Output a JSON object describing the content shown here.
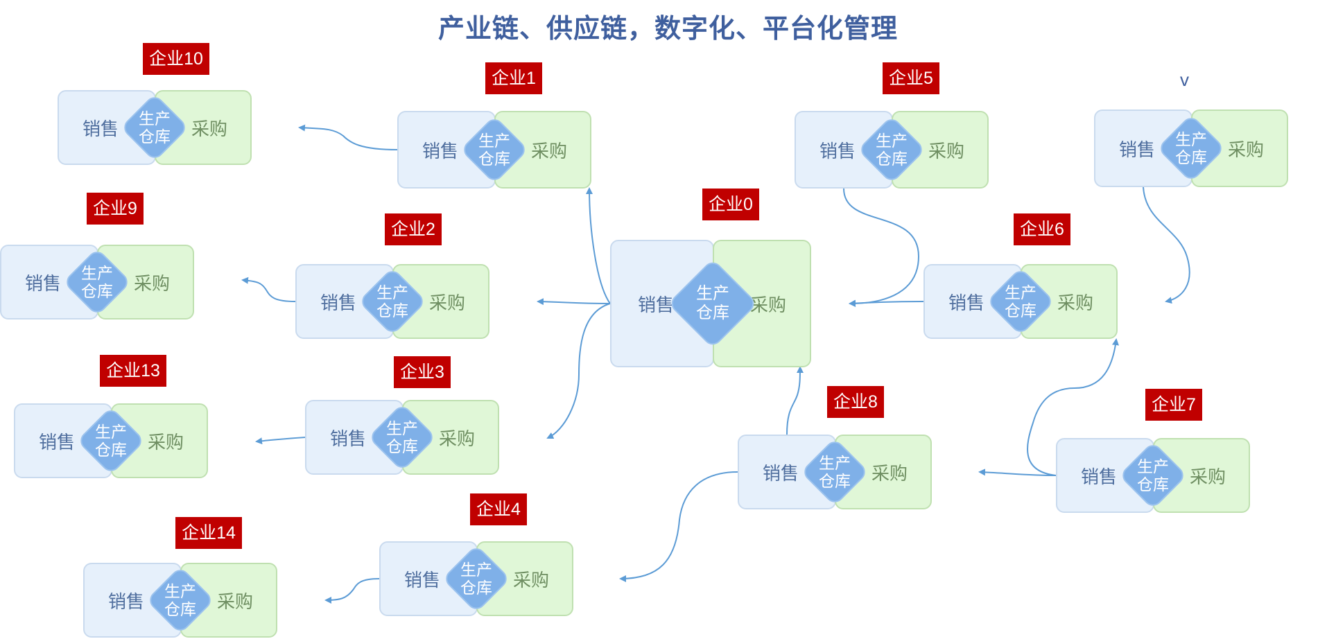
{
  "title": "产业链、供应链，数字化、平台化管理",
  "stray_text": "v",
  "sales_label": "销售",
  "purchase_label": "采购",
  "hub_label": "生产\n仓库",
  "companies": [
    {
      "id": "e0",
      "name": "企业0"
    },
    {
      "id": "e1",
      "name": "企业1"
    },
    {
      "id": "e2",
      "name": "企业2"
    },
    {
      "id": "e3",
      "name": "企业3"
    },
    {
      "id": "e4",
      "name": "企业4"
    },
    {
      "id": "e5",
      "name": "企业5"
    },
    {
      "id": "e6",
      "name": "企业6"
    },
    {
      "id": "e7",
      "name": "企业7"
    },
    {
      "id": "e8",
      "name": "企业8"
    },
    {
      "id": "e9",
      "name": "企业9"
    },
    {
      "id": "e10",
      "name": "企业10"
    },
    {
      "id": "e11",
      "name": ""
    },
    {
      "id": "e13",
      "name": "企业13"
    },
    {
      "id": "e14",
      "name": "企业14"
    }
  ],
  "flows": [
    {
      "from": "e0",
      "to": "e1"
    },
    {
      "from": "e0",
      "to": "e2"
    },
    {
      "from": "e0",
      "to": "e3"
    },
    {
      "from": "e1",
      "to": "e10"
    },
    {
      "from": "e2",
      "to": "e9"
    },
    {
      "from": "e3",
      "to": "e13"
    },
    {
      "from": "e4",
      "to": "e14"
    },
    {
      "from": "e5",
      "to": "e0"
    },
    {
      "from": "e6",
      "to": "e0"
    },
    {
      "from": "e8",
      "to": "e0"
    },
    {
      "from": "e8",
      "to": "e4"
    },
    {
      "from": "e7",
      "to": "e8"
    },
    {
      "from": "e7",
      "to": "e6"
    },
    {
      "from": "e11",
      "to": "e6"
    }
  ],
  "colors": {
    "title": "#3f5f9e",
    "label_bg": "#c00000",
    "sales_fill": "#e6f0fb",
    "purchase_fill": "#e0f7d7",
    "hub_fill": "#7fb0e8",
    "connector": "#5b9bd5"
  }
}
